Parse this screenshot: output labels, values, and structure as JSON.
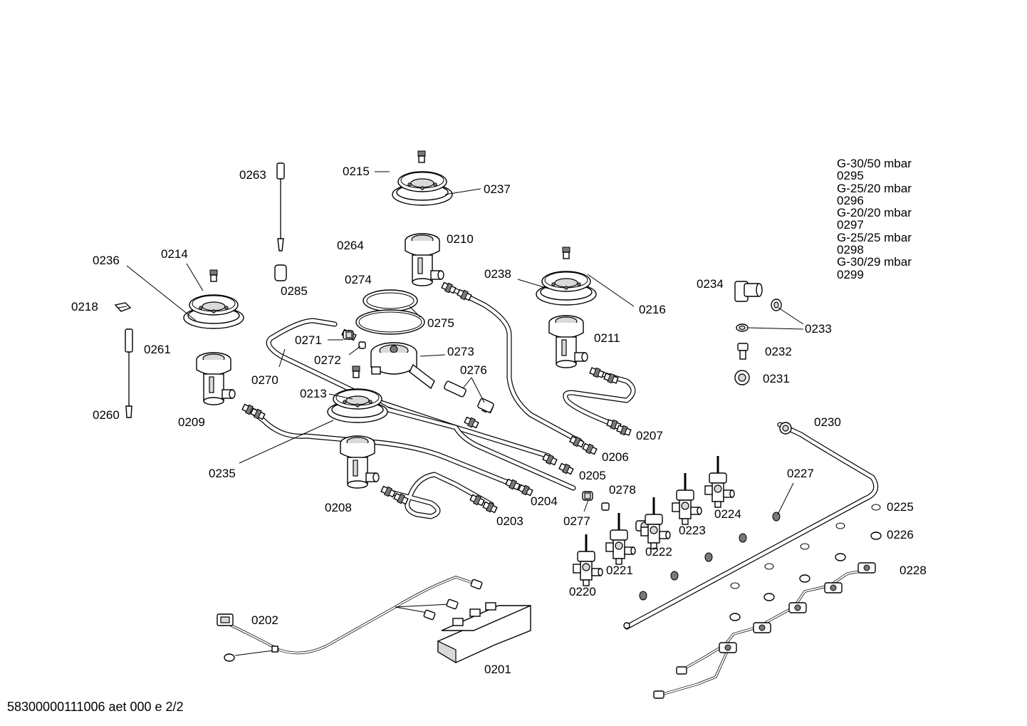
{
  "document_id": "58300000111006 aet 000 e 2/2",
  "gas_legend": [
    {
      "gas": "G-30/50 mbar",
      "part": "0295"
    },
    {
      "gas": "G-25/20 mbar",
      "part": "0296"
    },
    {
      "gas": "G-20/20 mbar",
      "part": "0297"
    },
    {
      "gas": "G-25/25 mbar",
      "part": "0298"
    },
    {
      "gas": "G-30/29 mbar",
      "part": "0299"
    }
  ],
  "part_labels": {
    "p0201": "0201",
    "p0202": "0202",
    "p0203": "0203",
    "p0204": "0204",
    "p0205": "0205",
    "p0206": "0206",
    "p0207": "0207",
    "p0208": "0208",
    "p0209": "0209",
    "p0210": "0210",
    "p0211": "0211",
    "p0213": "0213",
    "p0214": "0214",
    "p0215": "0215",
    "p0216": "0216",
    "p0218": "0218",
    "p0220": "0220",
    "p0221": "0221",
    "p0222": "0222",
    "p0223": "0223",
    "p0224": "0224",
    "p0225": "0225",
    "p0226": "0226",
    "p0227": "0227",
    "p0228": "0228",
    "p0230": "0230",
    "p0231": "0231",
    "p0232": "0232",
    "p0233": "0233",
    "p0234": "0234",
    "p0235": "0235",
    "p0236": "0236",
    "p0237": "0237",
    "p0238": "0238",
    "p0260": "0260",
    "p0261": "0261",
    "p0263": "0263",
    "p0264": "0264",
    "p0270": "0270",
    "p0271": "0271",
    "p0272": "0272",
    "p0273": "0273",
    "p0274": "0274",
    "p0275": "0275",
    "p0276": "0276",
    "p0277": "0277",
    "p0278": "0278",
    "p0285": "0285"
  }
}
